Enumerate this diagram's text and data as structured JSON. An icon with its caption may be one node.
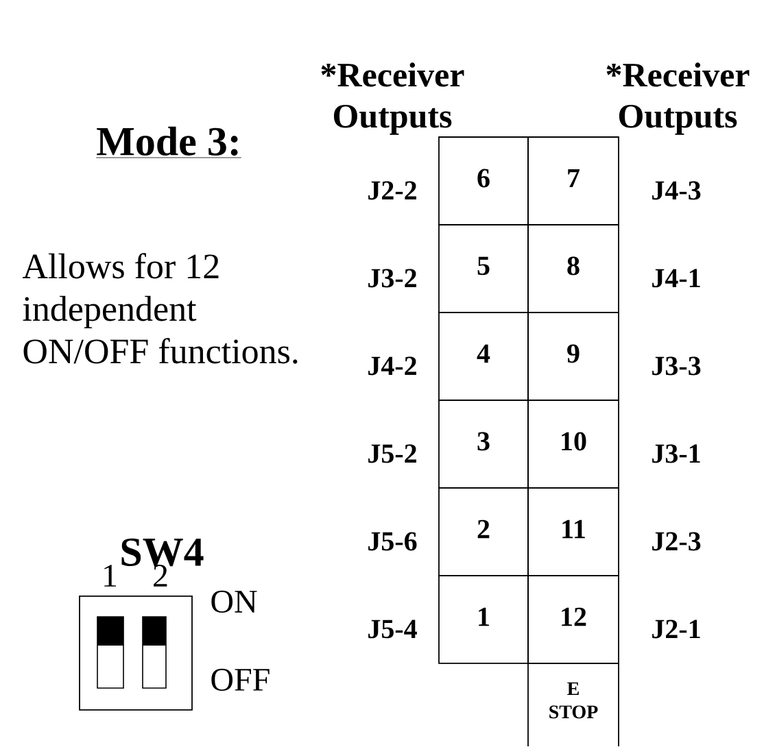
{
  "diagram": {
    "title": "Mode 3:",
    "nodes": [
      {
        "text": [
          "6"
        ],
        "beside": [
          "J2-2"
        ]
      },
      {
        "text": [
          "7"
        ],
        "beside": [
          "J4-3"
        ]
      },
      {
        "text": [
          "5"
        ],
        "beside": [
          "J3-2"
        ]
      },
      {
        "text": [
          "8"
        ],
        "beside": [
          "J4-1"
        ]
      },
      {
        "text": [
          "4"
        ],
        "beside": [
          "J4-2"
        ]
      },
      {
        "text": [
          "9"
        ],
        "beside": [
          "J3-3"
        ]
      },
      {
        "text": [
          "3"
        ],
        "beside": [
          "J5-2"
        ]
      },
      {
        "text": [
          "10"
        ],
        "beside": [
          "J3-1"
        ]
      },
      {
        "text": [
          "2"
        ],
        "beside": [
          "J5-6"
        ]
      },
      {
        "text": [
          "11"
        ],
        "beside": [
          "J2-3"
        ]
      },
      {
        "text": [
          "1"
        ],
        "beside": [
          "J5-4"
        ]
      },
      {
        "text": [
          "12"
        ],
        "beside": [
          "J2-1"
        ]
      },
      {
        "text": [
          "E STOP"
        ]
      }
    ],
    "labels": [
      "*Receiver Outputs",
      "*Receiver Outputs",
      "Allows for 12 independent ON/OFF functions.",
      "SW4",
      "1",
      "2",
      "ON",
      "OFF"
    ]
  }
}
